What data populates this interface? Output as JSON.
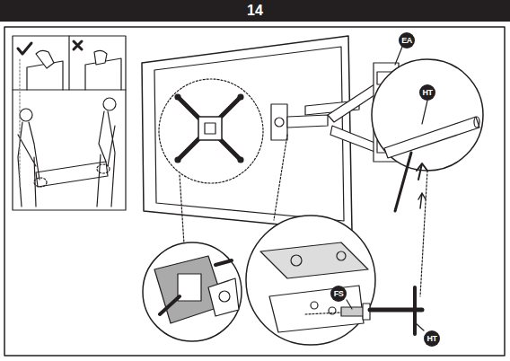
{
  "diagram": {
    "title": "14",
    "nodes": [
      {
        "text": [
          "EA"
        ]
      },
      {
        "text": [
          "HT"
        ]
      },
      {
        "text": [
          "FS"
        ]
      },
      {
        "text": [
          "HT"
        ]
      }
    ]
  }
}
